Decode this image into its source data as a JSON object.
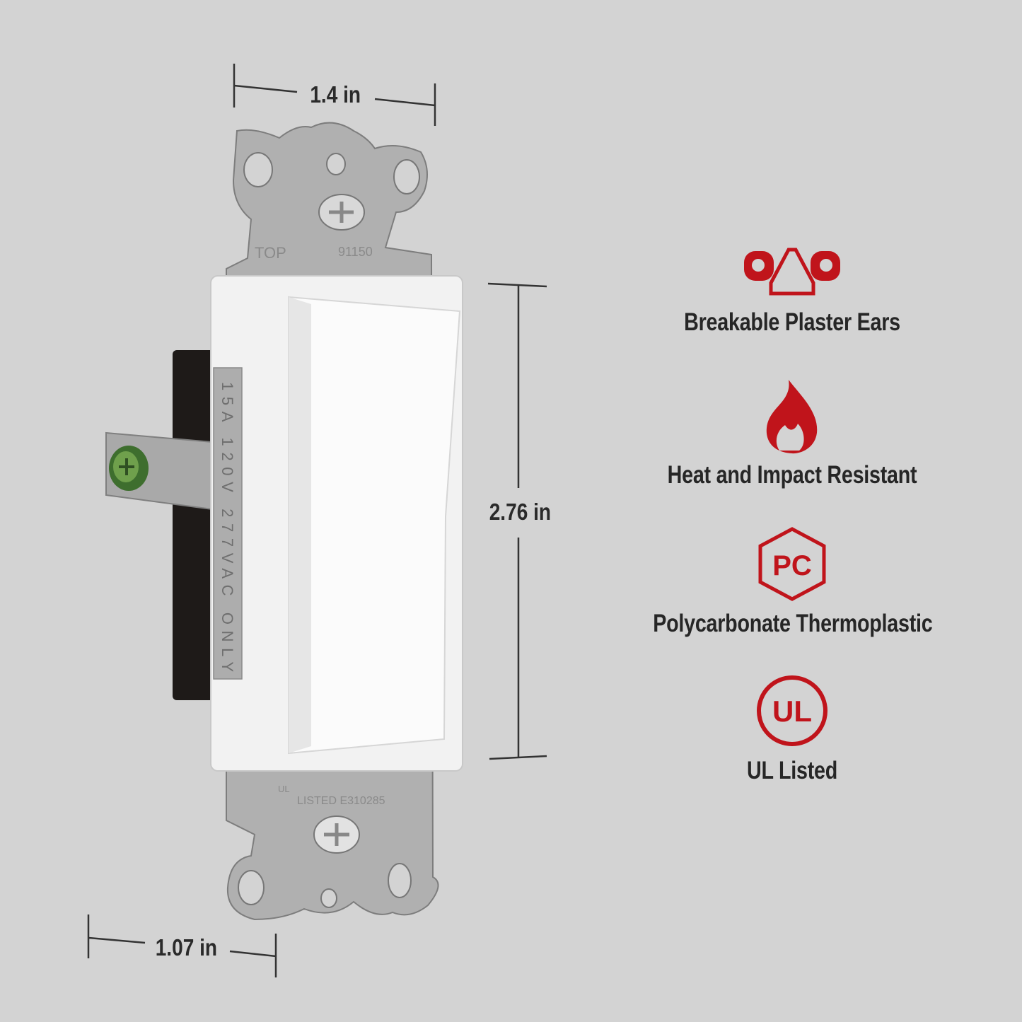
{
  "dimensions": {
    "width": "1.4 in",
    "height": "2.76 in",
    "depth": "1.07 in"
  },
  "product_markings": {
    "top": "TOP",
    "model": "91150",
    "rating": "15A 120V 277VAC ONLY",
    "listing": "LISTED E310285",
    "ul_mark": "UL"
  },
  "features": [
    {
      "icon": "plaster-ears-icon",
      "label": "Breakable Plaster Ears"
    },
    {
      "icon": "flame-icon",
      "label": "Heat and Impact Resistant"
    },
    {
      "icon": "pc-hexagon-icon",
      "label": "Polycarbonate Thermoplastic",
      "icon_text": "PC"
    },
    {
      "icon": "ul-circle-icon",
      "label": "UL Listed",
      "icon_text": "UL"
    }
  ],
  "colors": {
    "background": "#d3d3d3",
    "accent_red": "#c0141b",
    "text": "#262626"
  }
}
